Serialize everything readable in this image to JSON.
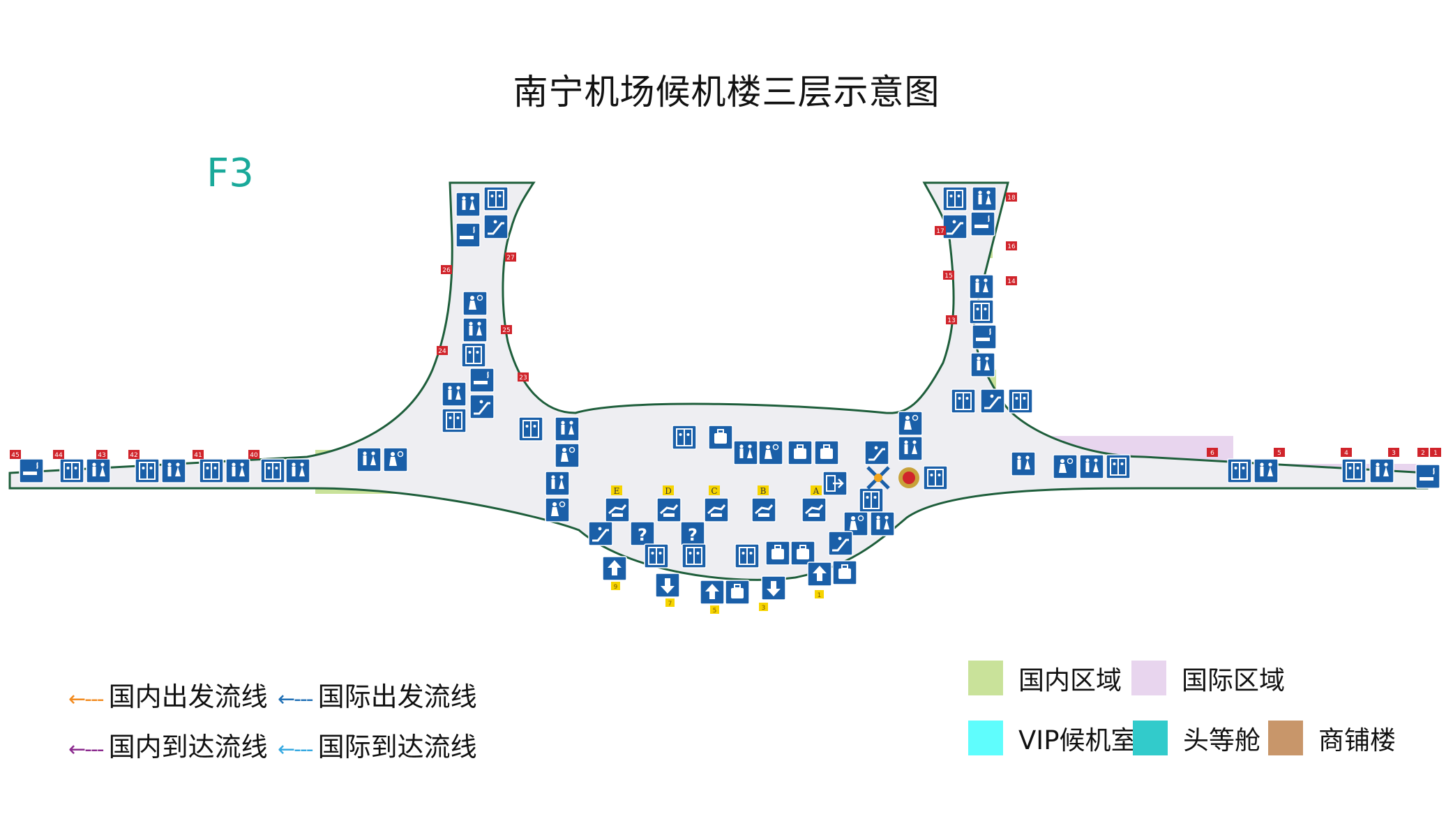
{
  "title": "南宁机场候机楼三层示意图",
  "floor_label": "F3",
  "colors": {
    "outline": "#1e5e3b",
    "floor": "#eeeef2",
    "domestic": "#c9e29a",
    "international": "#e8d5ee",
    "vip": "#5ffdfd",
    "first_class": "#32cbcb",
    "shops": "#c8966a",
    "icon_blue": "#1a5fa8",
    "gate_red": "#d0242b",
    "gate_yellow": "#f6d400"
  },
  "flow_lines": [
    {
      "id": "dom-dep",
      "label": "国内出发流线",
      "color": "#f28a1e"
    },
    {
      "id": "intl-dep",
      "label": "国际出发流线",
      "color": "#1f6fb5"
    },
    {
      "id": "dom-arr",
      "label": "国内到达流线",
      "color": "#8b2a8e"
    },
    {
      "id": "intl-arr",
      "label": "国际到达流线",
      "color": "#36a9e1"
    }
  ],
  "legend": [
    {
      "id": "domestic",
      "label": "国内区域",
      "color": "#c9e29a"
    },
    {
      "id": "international",
      "label": "国际区域",
      "color": "#e8d5ee"
    },
    {
      "id": "vip",
      "label": "VIP候机室",
      "color": "#5ffdfd"
    },
    {
      "id": "first-class",
      "label": "头等舱",
      "color": "#32cbcb"
    },
    {
      "id": "shops",
      "label": "商铺楼",
      "color": "#c8966a"
    }
  ],
  "gates_red": [
    "45",
    "44",
    "43",
    "42",
    "41",
    "40",
    "27",
    "26",
    "25",
    "24",
    "23",
    "18",
    "17",
    "16",
    "15",
    "14",
    "13",
    "6",
    "5",
    "4",
    "3",
    "2",
    "1"
  ],
  "gates_yellow": [
    "9",
    "7",
    "5",
    "3",
    "1"
  ],
  "counters": [
    "E",
    "D",
    "C",
    "B",
    "A"
  ],
  "icons": {
    "restroom": "restroom-icon",
    "elevator": "elevator-icon",
    "escalator": "escalator-icon",
    "smoking": "smoking-room-icon",
    "nursery": "nursery-room-icon",
    "baggage": "baggage-icon",
    "info": "information-icon",
    "checkin": "check-in-counter-icon",
    "departure_up": "departure-up-icon",
    "arrival_down": "arrival-down-icon",
    "exit": "exit-icon",
    "customs": "customs-icon",
    "police": "police-icon",
    "phone": "phone-icon"
  }
}
